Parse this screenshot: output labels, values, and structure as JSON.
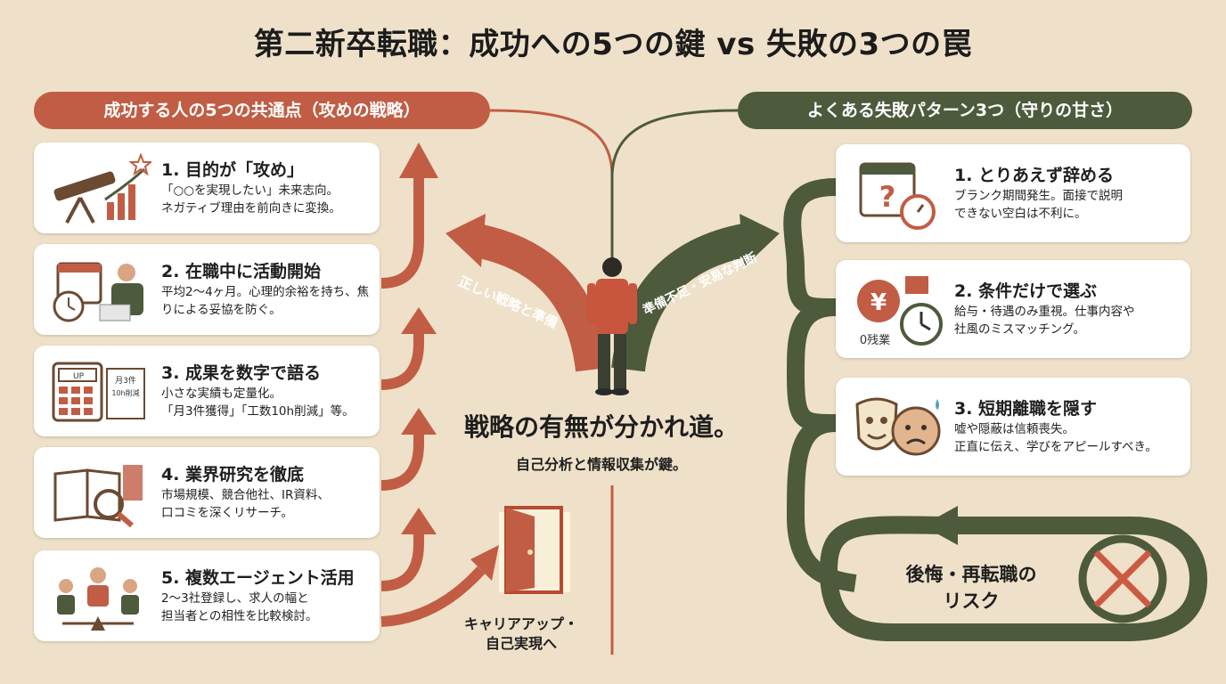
{
  "title": "第二新卒転職：成功への5つの鍵 vs 失敗の3つの罠",
  "left_header": "成功する人の5つの共通点（攻めの戦略）",
  "right_header": "よくある失敗パターン3つ（守りの甘さ）",
  "left_cards": [
    {
      "title": "1. 目的が「攻め」",
      "desc": "「○○を実現したい」未来志向。\nネガティブ理由を前向きに変換。",
      "icon": "telescope-icon"
    },
    {
      "title": "2. 在職中に活動開始",
      "desc": "平均2〜4ヶ月。心理的余裕を持ち、焦りによる妥協を防ぐ。",
      "icon": "calendar-clock-icon"
    },
    {
      "title": "3. 成果を数字で語る",
      "desc": "小さな実績も定量化。\n「月3件獲得」「工数10h削減」等。",
      "icon": "calculator-icon",
      "icon_text": [
        "UP",
        "月3件",
        "10h削減"
      ]
    },
    {
      "title": "4. 業界研究を徹底",
      "desc": "市場規模、競合他社、IR資料、\n口コミを深くリサーチ。",
      "icon": "book-magnifier-icon"
    },
    {
      "title": "5. 複数エージェント活用",
      "desc": "2〜3社登録し、求人の幅と\n担当者との相性を比較検討。",
      "icon": "agents-icon"
    }
  ],
  "right_cards": [
    {
      "title": "1. とりあえず辞める",
      "desc": "ブランク期間発生。面接で説明\nできない空白は不利に。",
      "icon": "calendar-question-icon"
    },
    {
      "title": "2. 条件だけで選ぶ",
      "desc": "給与・待遇のみ重視。仕事内容や\n社風のミスマッチング。",
      "icon": "yen-clock-icon",
      "icon_text": [
        "¥",
        "0残業"
      ]
    },
    {
      "title": "3. 短期離職を隠す",
      "desc": "嘘や隠蔽は信頼喪失。\n正直に伝え、学びをアピールすべき。",
      "icon": "mask-icon"
    }
  ],
  "left_arrow_label": "正しい戦略と準備",
  "right_arrow_label": "準備不足・安易な判断",
  "center_main": "戦略の有無が分かれ道。",
  "center_sub": "自己分析と情報収集が鍵。",
  "career_label": "キャリアアップ・\n自己実現へ",
  "risk_label": "後悔・再転職の\nリスク",
  "colors": {
    "background": "#efe1c9",
    "accent_red": "#c15d44",
    "accent_green": "#4d5a3c"
  }
}
